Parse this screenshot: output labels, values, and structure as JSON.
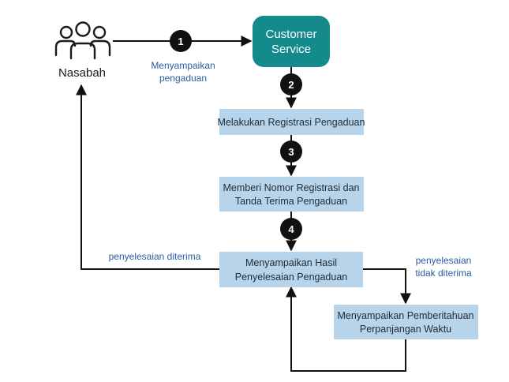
{
  "actor": {
    "label": "Nasabah",
    "icon": "users-group-icon"
  },
  "customer_service": {
    "line1": "Customer",
    "line2": "Service",
    "color": "#148a8c"
  },
  "steps": [
    "1",
    "2",
    "3",
    "4"
  ],
  "labels": {
    "submit": [
      "Menyampaikan",
      "pengaduan"
    ],
    "accepted": "penyelesaian diterima",
    "not_accepted": [
      "penyelesaian",
      "tidak diterima"
    ]
  },
  "boxes": {
    "registration": [
      "Melakukan Registrasi Pengaduan"
    ],
    "number": [
      "Memberi Nomor Registrasi dan",
      "Tanda Terima Pengaduan"
    ],
    "result": [
      "Menyampaikan Hasil",
      "Penyelesaian Pengaduan"
    ],
    "extension": [
      "Menyampaikan Pemberitahuan",
      "Perpanjangan Waktu"
    ]
  },
  "colors": {
    "box_fill": "#b8d4ea",
    "line": "#111111",
    "badge": "#111111",
    "label": "#2a5d9f"
  }
}
